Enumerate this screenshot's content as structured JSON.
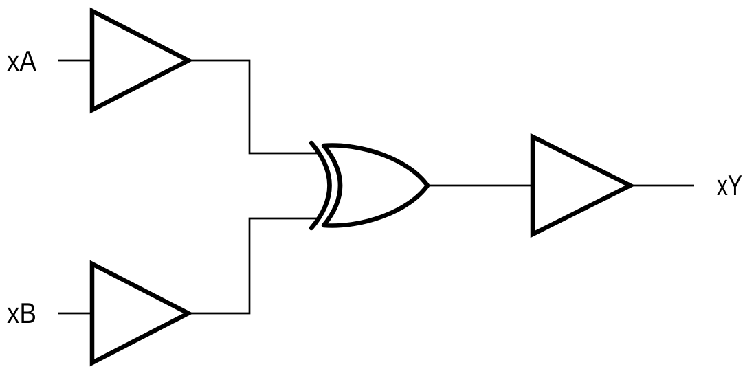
{
  "diagram": {
    "kind": "logic-circuit-schematic",
    "colors": {
      "background": "#ffffff",
      "stroke": "#000000"
    },
    "labels": {
      "input_a": "xA",
      "input_b": "xB",
      "output": "xY"
    },
    "components": [
      {
        "id": "buffer-a",
        "type": "buffer",
        "shape": "triangle"
      },
      {
        "id": "buffer-b",
        "type": "buffer",
        "shape": "triangle"
      },
      {
        "id": "xor-gate",
        "type": "xor",
        "shape": "xor-gate"
      },
      {
        "id": "output-buffer",
        "type": "buffer",
        "shape": "triangle"
      }
    ]
  }
}
